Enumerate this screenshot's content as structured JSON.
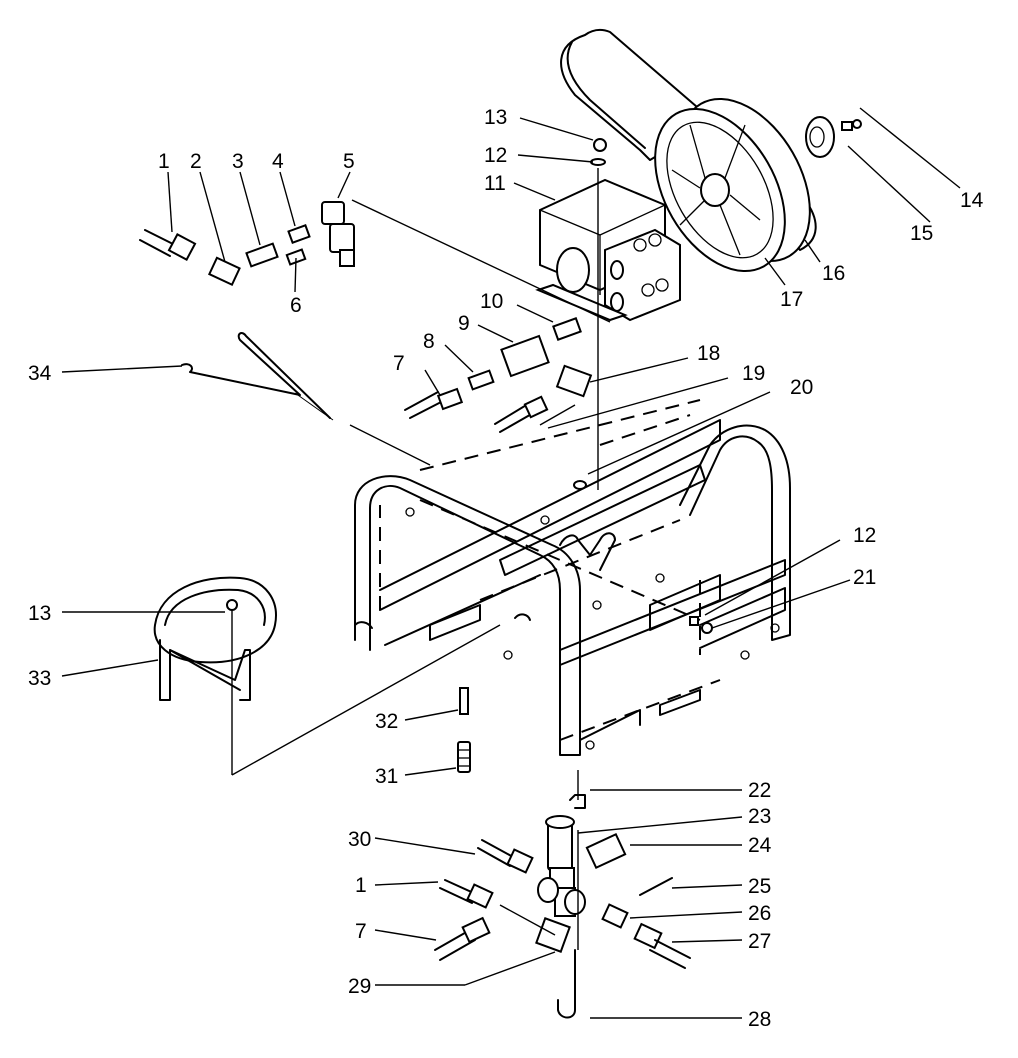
{
  "callouts": {
    "c1a": "1",
    "c2": "2",
    "c3": "3",
    "c4": "4",
    "c5": "5",
    "c6": "6",
    "c7a": "7",
    "c8": "8",
    "c9": "9",
    "c10": "10",
    "c11": "11",
    "c12a": "12",
    "c13a": "13",
    "c14": "14",
    "c15": "15",
    "c16": "16",
    "c17": "17",
    "c18": "18",
    "c19": "19",
    "c20": "20",
    "c12b": "12",
    "c21": "21",
    "c13b": "13",
    "c33": "33",
    "c34": "34",
    "c32": "32",
    "c31": "31",
    "c22": "22",
    "c23": "23",
    "c24": "24",
    "c30": "30",
    "c1b": "1",
    "c25": "25",
    "c26": "26",
    "c7b": "7",
    "c27": "27",
    "c29": "29",
    "c28": "28"
  }
}
